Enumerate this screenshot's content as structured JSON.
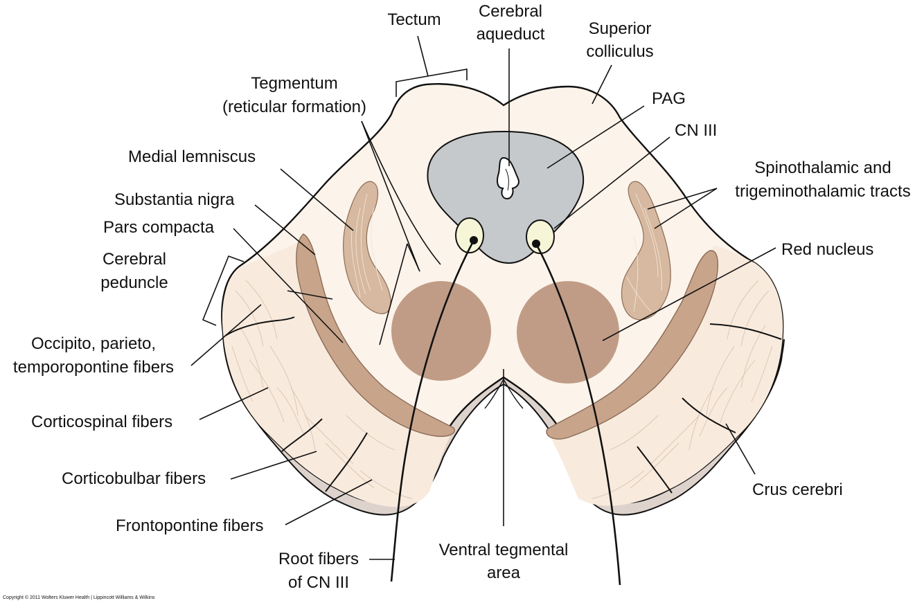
{
  "labels": {
    "tectum": "Tectum",
    "cerebral_aqueduct": [
      "Cerebral",
      "aqueduct"
    ],
    "superior_colliculus": [
      "Superior",
      "colliculus"
    ],
    "tegmentum": [
      "Tegmentum",
      "(reticular formation)"
    ],
    "pag": "PAG",
    "cn3": "CN III",
    "medial_lemniscus": "Medial lemniscus",
    "spinothalamic": [
      "Spinothalamic and",
      "trigeminothalamic tracts"
    ],
    "substantia_nigra": "Substantia nigra",
    "pars_compacta": "Pars compacta",
    "red_nucleus": "Red nucleus",
    "cerebral_peduncle": [
      "Cerebral",
      "peduncle"
    ],
    "occipito": [
      "Occipito, parieto,",
      "temporopontine fibers"
    ],
    "corticospinal": "Corticospinal fibers",
    "corticobulbar": "Corticobulbar fibers",
    "crus_cerebri": "Crus cerebri",
    "frontopontine": "Frontopontine fibers",
    "root_fibers": [
      "Root fibers",
      "of CN III"
    ],
    "ventral_tegmental": [
      "Ventral tegmental",
      "area"
    ]
  },
  "copyright": "Copyright © 2011 Wolters Kluwer Health | Lippincott Williams & Wilkins",
  "colors": {
    "tissue": "#fcf3ea",
    "peduncle": "#f8eadc",
    "pag": "#c5c9cc",
    "nigra": "#c8a48a",
    "red_nucleus": "#c09c86",
    "lemniscus": "#d6b9a0",
    "cn3_nucleus": "#f7f5d8",
    "rim": "#ddd2cc",
    "outline": "#111111"
  }
}
